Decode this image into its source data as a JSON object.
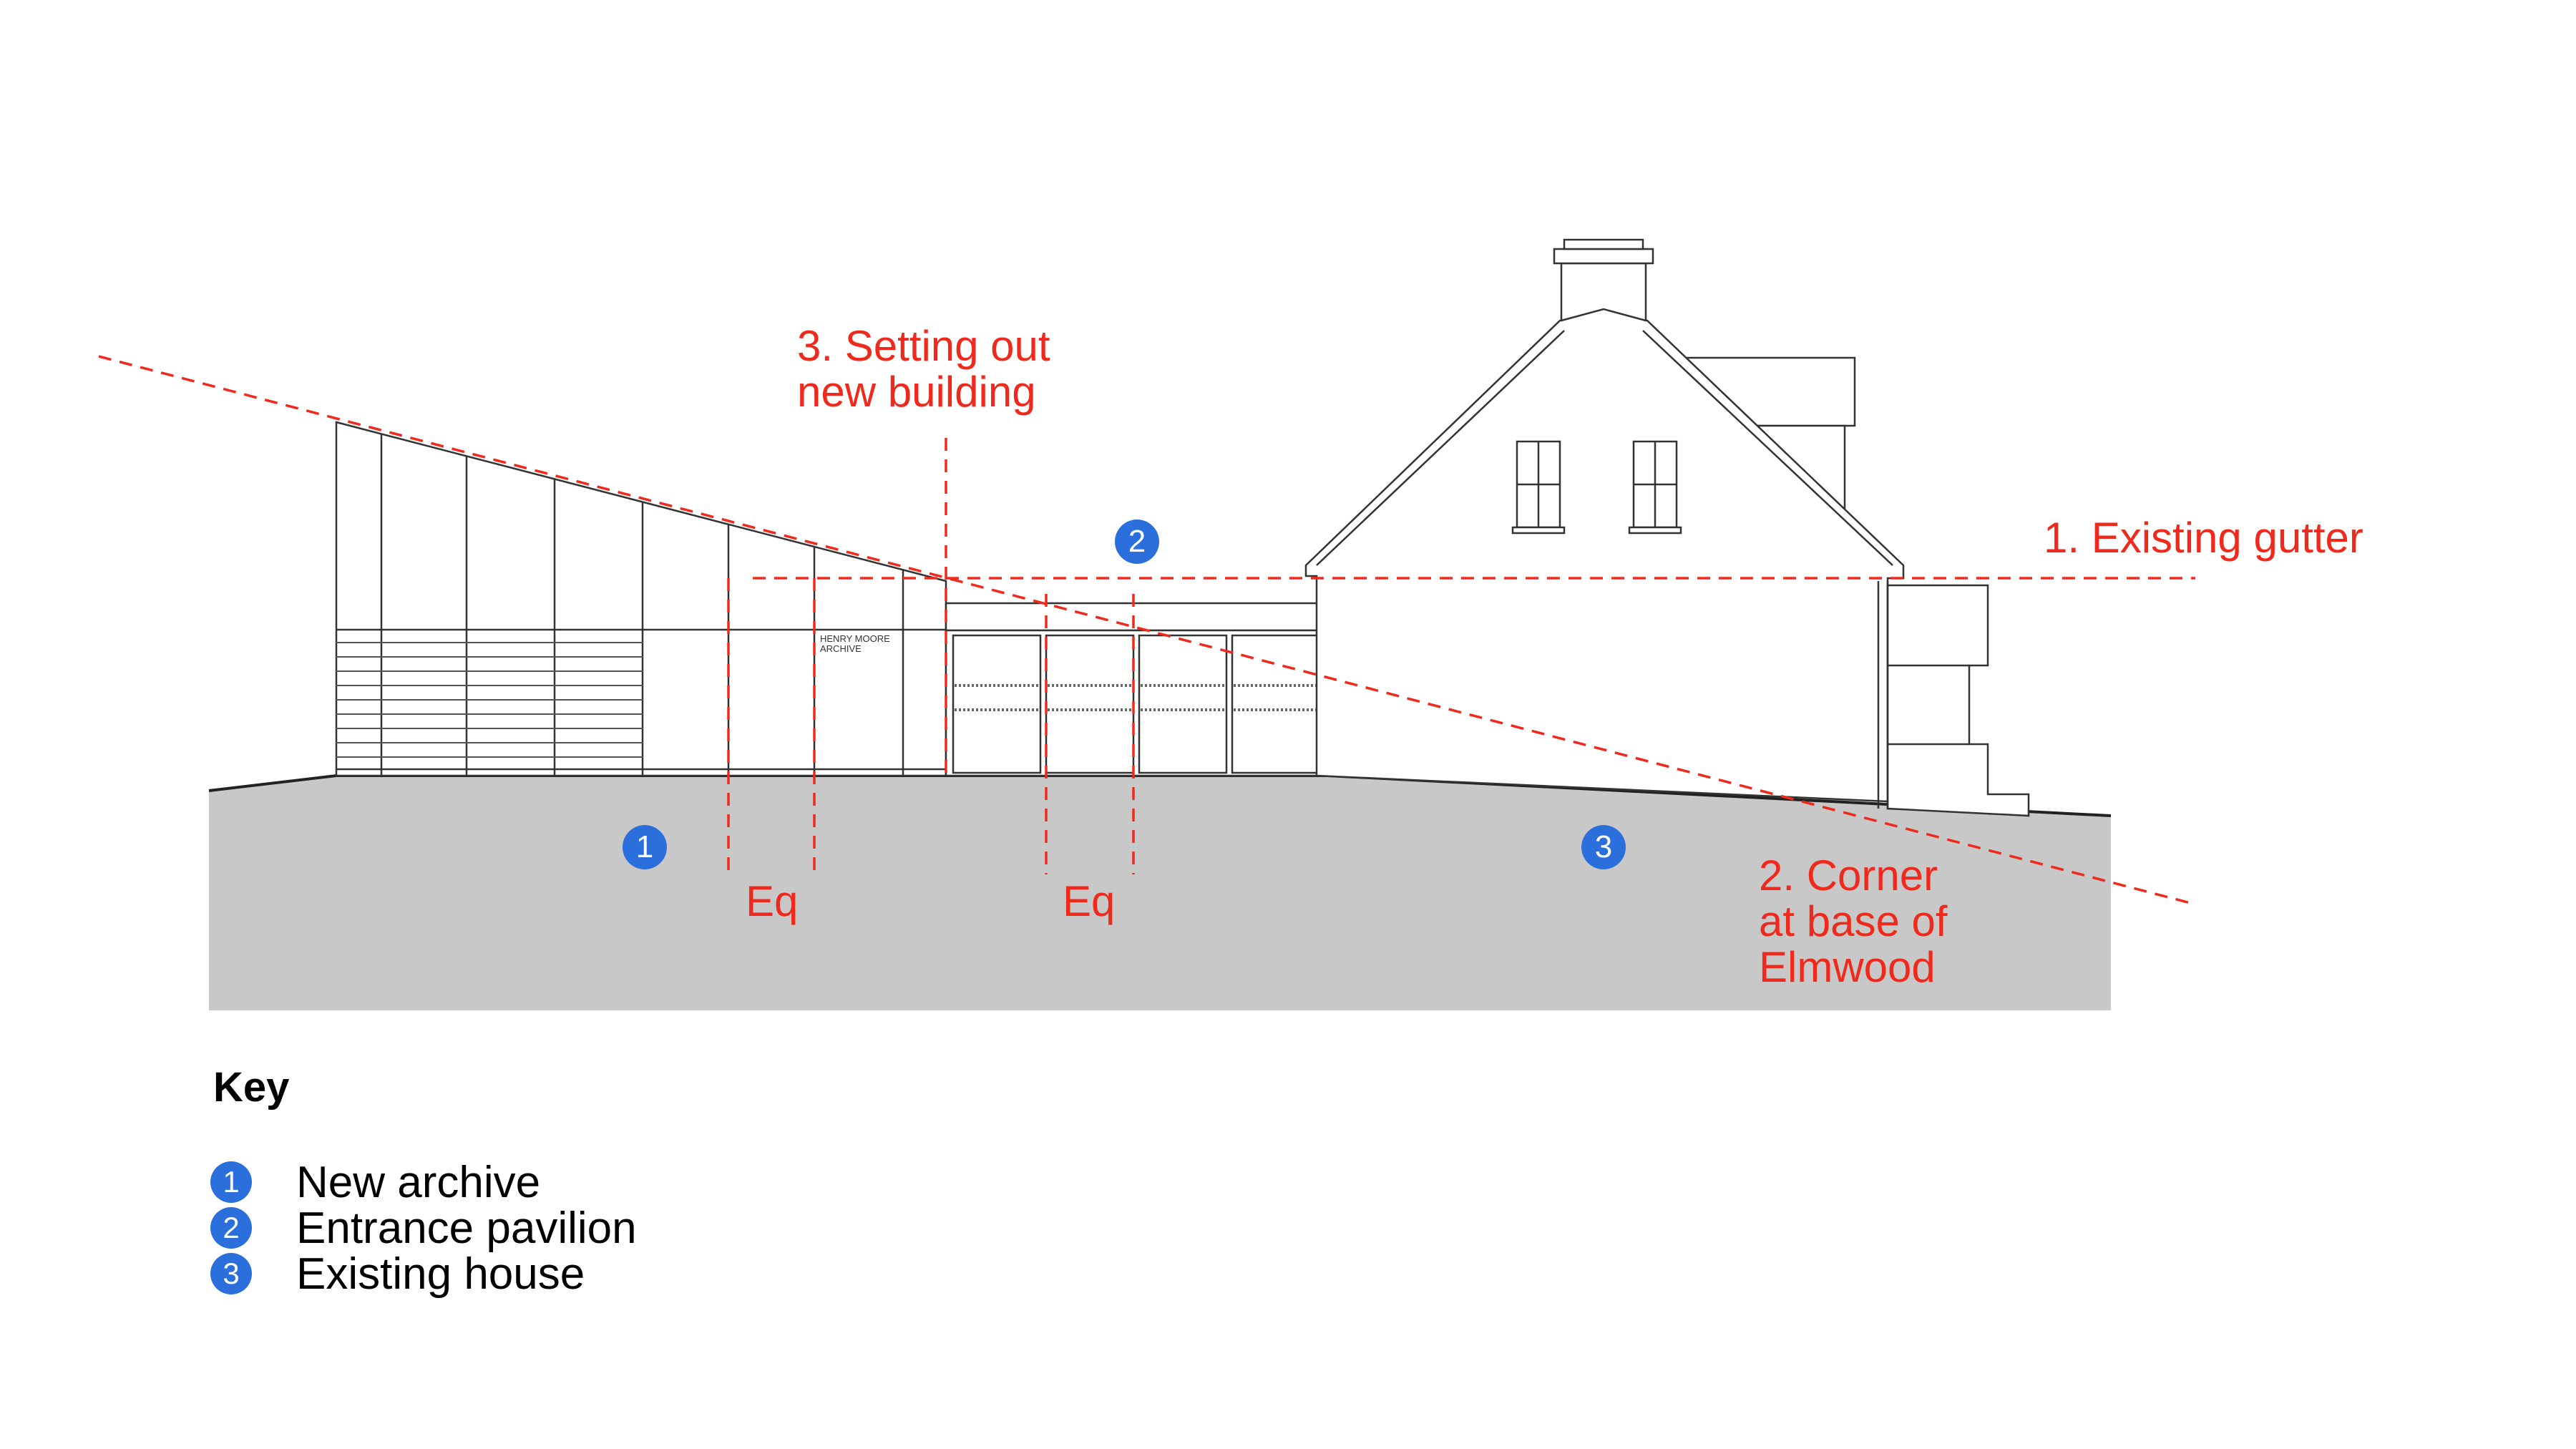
{
  "annotations": {
    "setting_out": [
      "3. Setting out",
      "new building"
    ],
    "gutter": "1. Existing gutter",
    "corner": [
      "2. Corner",
      "at base of",
      "Elmwood"
    ],
    "eq_left": "Eq",
    "eq_right": "Eq"
  },
  "signage": [
    "HENRY MOORE",
    "ARCHIVE"
  ],
  "markers": [
    "1",
    "2",
    "3"
  ],
  "key": {
    "title": "Key",
    "items": [
      {
        "number": "1",
        "label": "New archive"
      },
      {
        "number": "2",
        "label": "Entrance pavilion"
      },
      {
        "number": "3",
        "label": "Existing house"
      }
    ]
  },
  "colors": {
    "annotation": "#ef2a1c",
    "marker": "#2a6fdb",
    "ground": "#c8c8c8",
    "linework": "#333333"
  }
}
